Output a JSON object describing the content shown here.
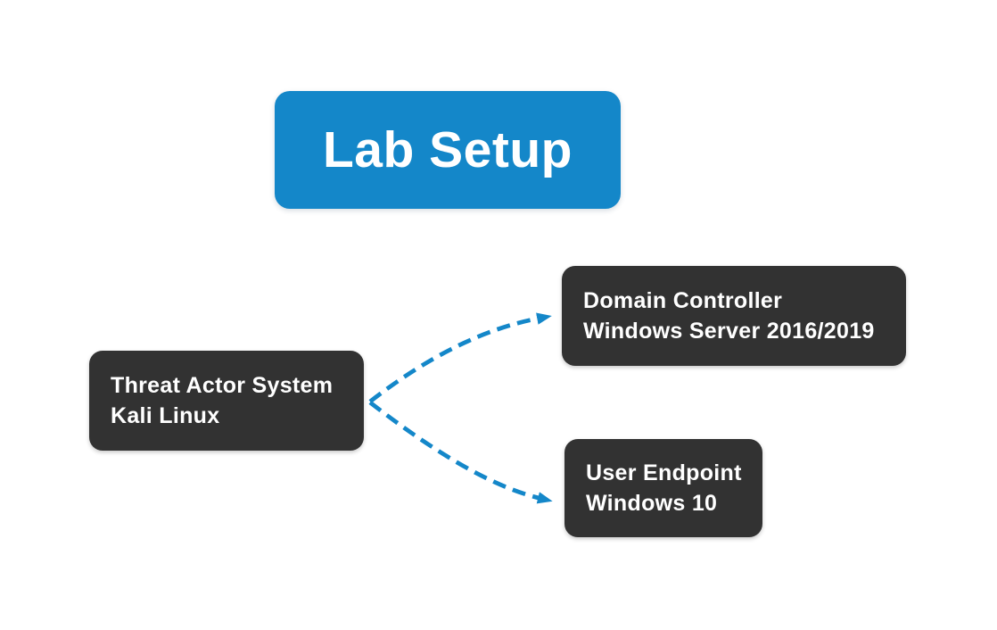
{
  "title": {
    "label": "Lab Setup"
  },
  "nodes": {
    "threat_actor": {
      "line1": "Threat Actor System",
      "line2": "Kali Linux"
    },
    "domain_controller": {
      "line1": "Domain Controller",
      "line2": "Windows Server 2016/2019"
    },
    "user_endpoint": {
      "line1": "User Endpoint",
      "line2": "Windows 10"
    }
  },
  "edges": [
    {
      "from": "Threat Actor System",
      "to": "Domain Controller",
      "style": "dashed",
      "arrowhead": "end",
      "color": "#1487c9"
    },
    {
      "from": "Threat Actor System",
      "to": "User Endpoint",
      "style": "dashed",
      "arrowhead": "end",
      "color": "#1487c9"
    }
  ],
  "colors": {
    "accent_blue": "#1487c9",
    "node_dark": "#323232",
    "text_on_dark": "#ffffff",
    "text_on_blue": "#ffffff",
    "background": "#ffffff"
  }
}
